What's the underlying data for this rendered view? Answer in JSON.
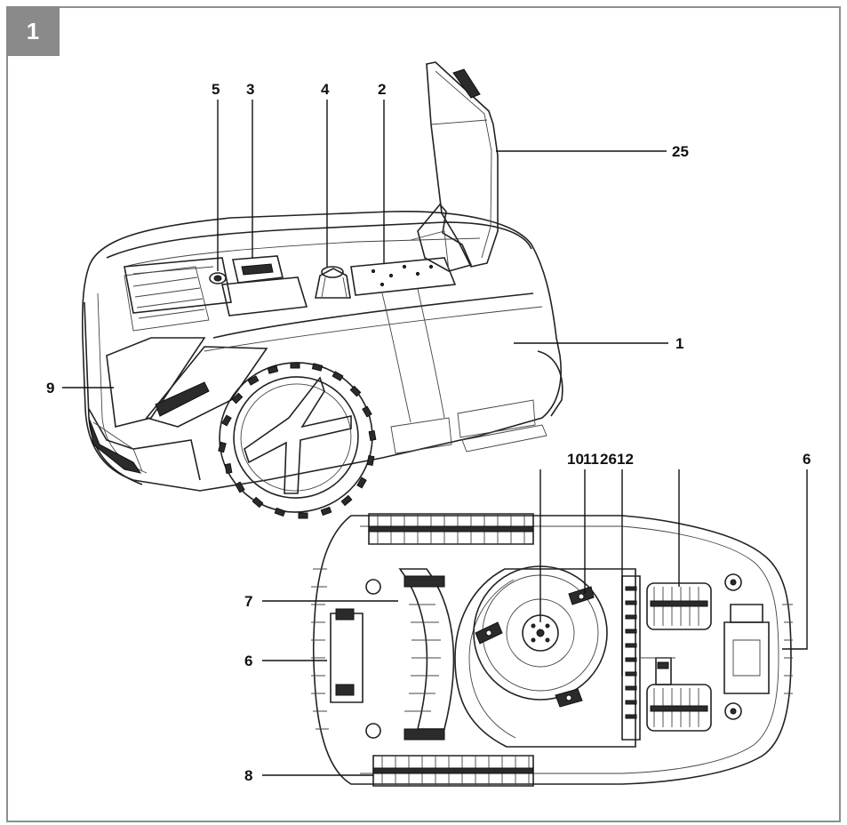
{
  "figure": {
    "number": "1",
    "colors": {
      "frame": "#8e8e8e",
      "badge": "#8a8a8a",
      "ink": "#111111"
    },
    "callouts": {
      "c5": "5",
      "c3": "3",
      "c4": "4",
      "c2": "2",
      "c25": "25",
      "c1": "1",
      "c9": "9",
      "c10": "10",
      "c11": "11",
      "c26": "26",
      "c12": "12",
      "c6top": "6",
      "c7": "7",
      "c6left": "6",
      "c8": "8"
    }
  }
}
